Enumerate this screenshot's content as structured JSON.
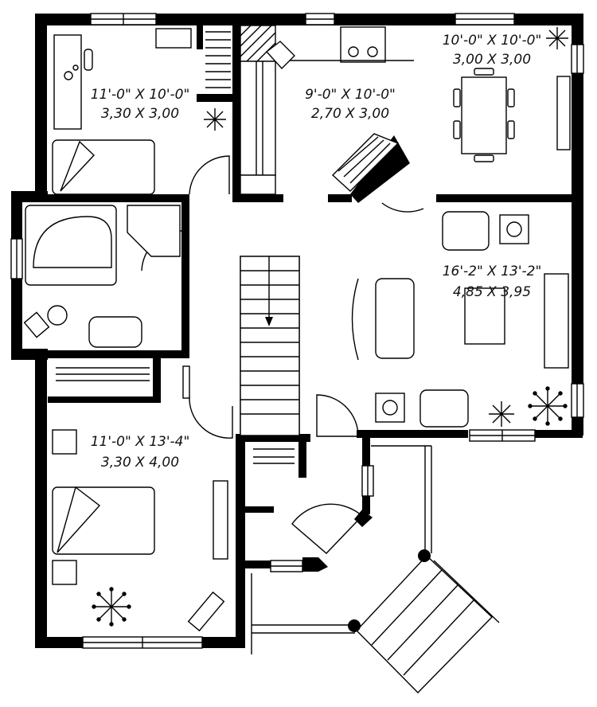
{
  "plan": {
    "colors": {
      "wall": "#000000",
      "background": "#ffffff",
      "text": "#111111"
    },
    "rooms": [
      {
        "id": "bedroom-2",
        "imperial": "11'-0\" X 10'-0\"",
        "metric": "3,30 X 3,00"
      },
      {
        "id": "kitchen",
        "imperial": "9'-0\" X 10'-0\"",
        "metric": "2,70 X 3,00"
      },
      {
        "id": "dining",
        "imperial": "10'-0\" X 10'-0\"",
        "metric": "3,00 X 3,00"
      },
      {
        "id": "living",
        "imperial": "16'-2\" X 13'-2\"",
        "metric": "4,85 X 3,95"
      },
      {
        "id": "master-bedroom",
        "imperial": "11'-0\" X 13'-4\"",
        "metric": "3,30 X 4,00"
      }
    ]
  }
}
